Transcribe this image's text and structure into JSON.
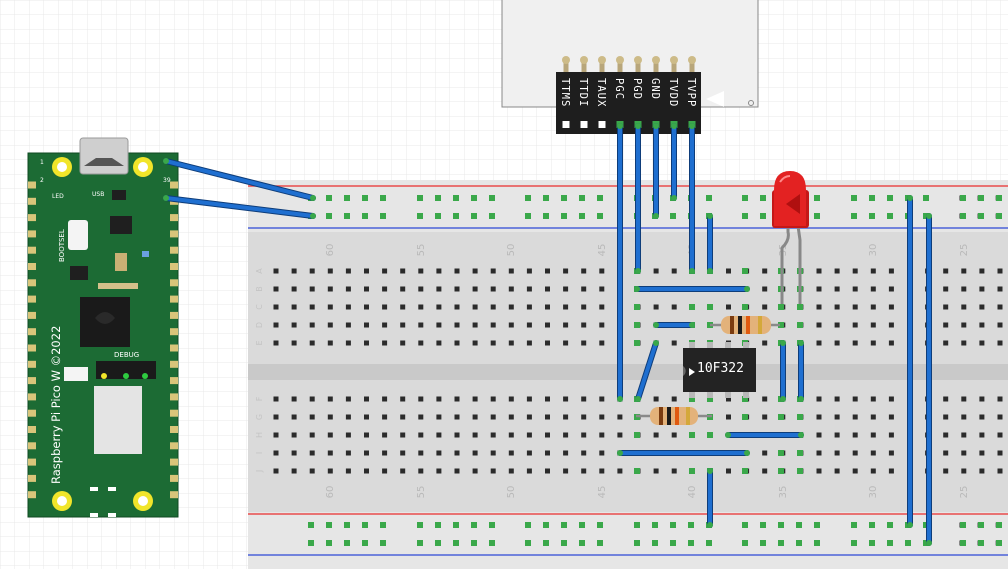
{
  "pico": {
    "name": "Raspberry Pi Pico W ©2022",
    "pin_1": "1",
    "pin_2": "2",
    "pin_39": "39",
    "led": "LED",
    "usb": "USB",
    "bootsel": "BOOTSEL",
    "debug": "DEBUG"
  },
  "breadboard": {
    "columns_top": [
      "60",
      "55",
      "50",
      "45",
      "40",
      "35",
      "30",
      "25"
    ],
    "columns_bottom": [
      "60",
      "55",
      "50",
      "45",
      "40",
      "35",
      "30",
      "25"
    ],
    "rows_top": [
      "A",
      "B",
      "C",
      "D",
      "E"
    ],
    "rows_bottom": [
      "F",
      "G",
      "H",
      "I",
      "J"
    ]
  },
  "programmer_header": {
    "pins": [
      "TTMS",
      "TTDI",
      "TAUX",
      "PGC",
      "PGD",
      "GND",
      "TVDD",
      "TVPP"
    ]
  },
  "chip": {
    "label": "10F322"
  },
  "colors": {
    "wire": "#1f6fd0",
    "pcb": "#1c6b34",
    "rail_red": "#e84c4c",
    "rail_blue": "#4b62d8",
    "led": "#e32222"
  }
}
